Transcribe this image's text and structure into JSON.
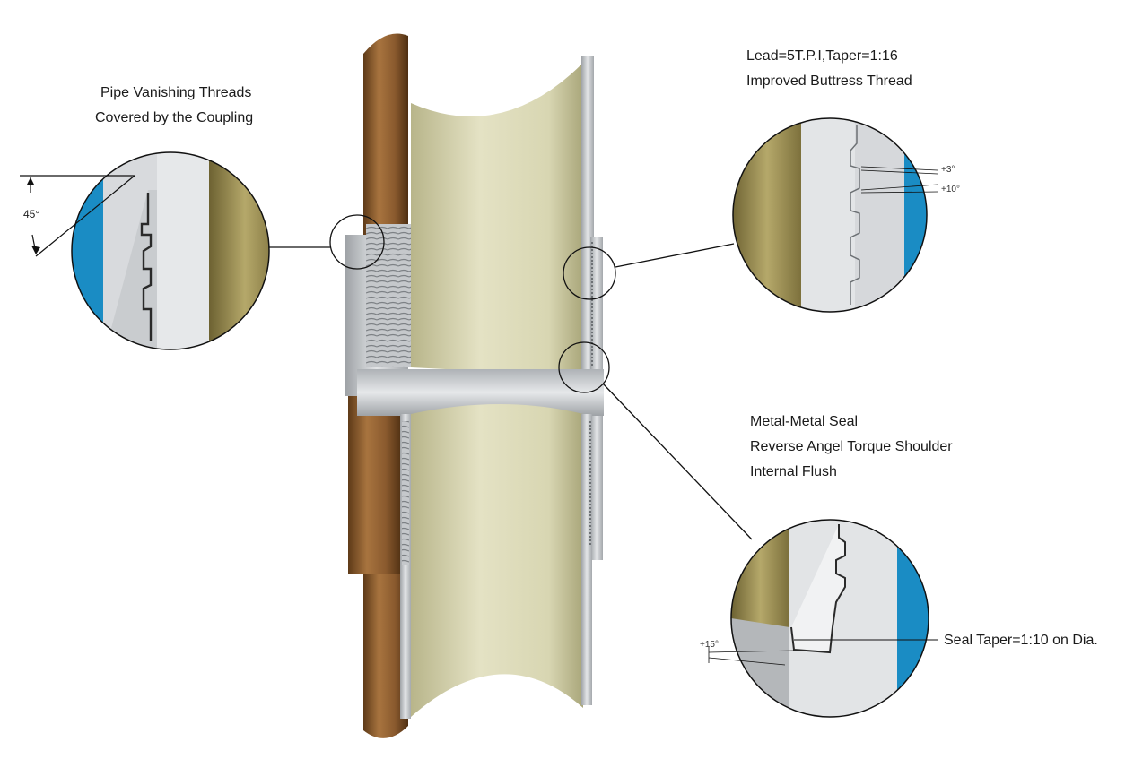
{
  "colors": {
    "pipe_outer": "#8a5a2e",
    "pipe_inner": "#d9d6b0",
    "steel": "#c9cccf",
    "blue_coupling": "#1a8cc4",
    "olive": "#8b7f45"
  },
  "callouts": {
    "vanishing": {
      "line1": "Pipe Vanishing Threads",
      "line2": "Covered by the Coupling",
      "angle_label": "45°"
    },
    "buttress": {
      "line1": "Lead=5T.P.I,Taper=1:16",
      "line2": "Improved Buttress Thread",
      "angle_a": "+3°",
      "angle_b": "+10°"
    },
    "seal": {
      "line1": "Metal-Metal Seal",
      "line2": "Reverse Angel Torque Shoulder",
      "line3": "Internal Flush",
      "taper_label": "Seal Taper=1:10 on Dia.",
      "angle_label": "+15°"
    }
  }
}
